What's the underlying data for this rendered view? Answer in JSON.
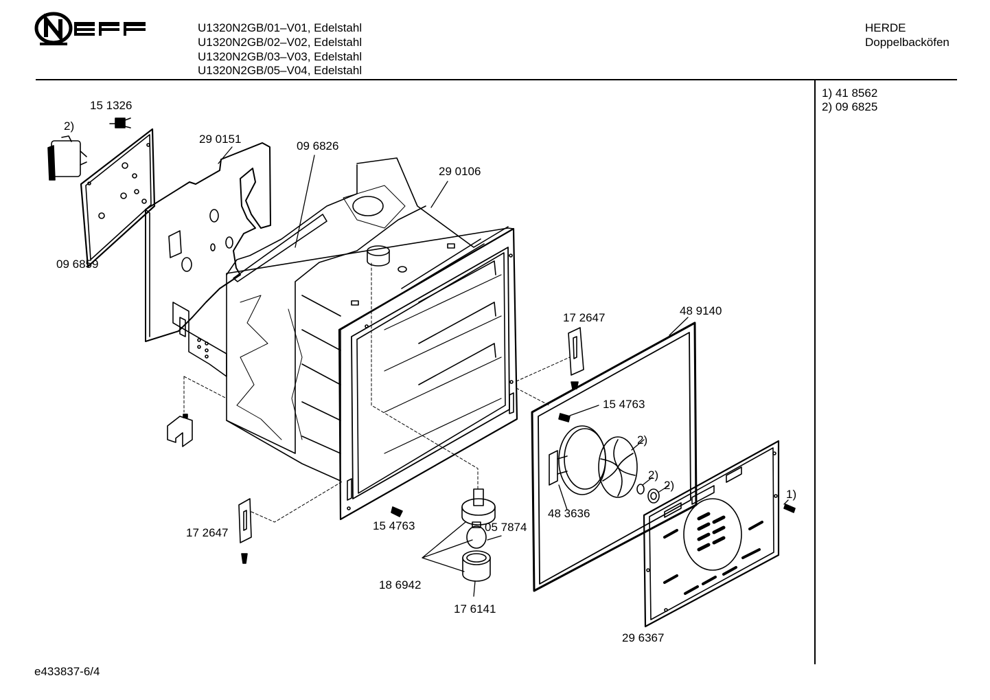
{
  "brand": "NEFF",
  "models": [
    "U1320N2GB/01–V01, Edelstahl",
    "U1320N2GB/02–V02, Edelstahl",
    "U1320N2GB/03–V03, Edelstahl",
    "U1320N2GB/05–V04, Edelstahl"
  ],
  "category": "HERDE",
  "subcategory": "Doppelbacköfen",
  "footnotes": [
    "1) 41 8562",
    "2) 09 6825"
  ],
  "parts": {
    "p151326": "15 1326",
    "note2_top": "2)",
    "p290151": "29 0151",
    "p096826": "09 6826",
    "p290106": "29 0106",
    "p096859": "09 6859",
    "p172647_a": "17 2647",
    "p489140": "48 9140",
    "p154763_a": "15 4763",
    "note2_fan": "2)",
    "note2_washer": "2)",
    "note2_nut": "2)",
    "note1_screw": "1)",
    "p483636": "48 3636",
    "p172647_b": "17 2647",
    "p154763_b": "15 4763",
    "p057874": "05 7874",
    "p186942": "18 6942",
    "p176141": "17 6141",
    "p296367": "29 6367"
  },
  "drawing_id": "e433837-6/4"
}
